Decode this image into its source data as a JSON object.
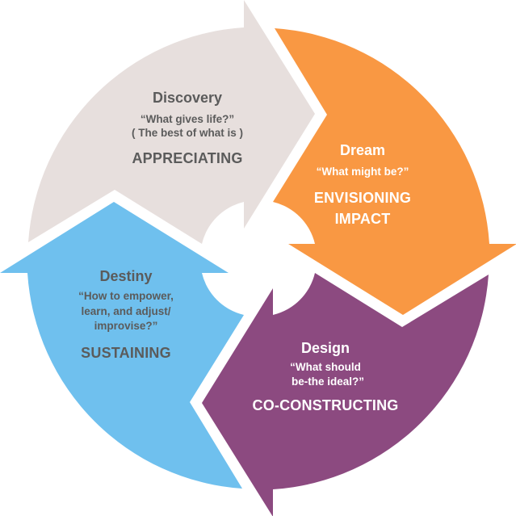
{
  "diagram": {
    "type": "cycle",
    "colors": {
      "discovery": "#E7DFDD",
      "dream": "#F99843",
      "design": "#8C4A80",
      "destiny": "#6FC0EE",
      "dark_text": "#5B5B5B",
      "light_text": "#FFFFFF"
    },
    "phases": [
      {
        "name": "Discovery",
        "quote": [
          "“What gives life?”",
          "( The best of what is )"
        ],
        "stage": [
          "APPRECIATING"
        ]
      },
      {
        "name": "Dream",
        "quote": [
          "“What might be?”"
        ],
        "stage": [
          "ENVISIONING",
          "IMPACT"
        ]
      },
      {
        "name": "Design",
        "quote": [
          "“What should",
          "be-the ideal?”"
        ],
        "stage": [
          "CO-CONSTRUCTING"
        ]
      },
      {
        "name": "Destiny",
        "quote": [
          "“How to empower,",
          "learn, and adjust/",
          "improvise?”"
        ],
        "stage": [
          "SUSTAINING"
        ]
      }
    ]
  }
}
